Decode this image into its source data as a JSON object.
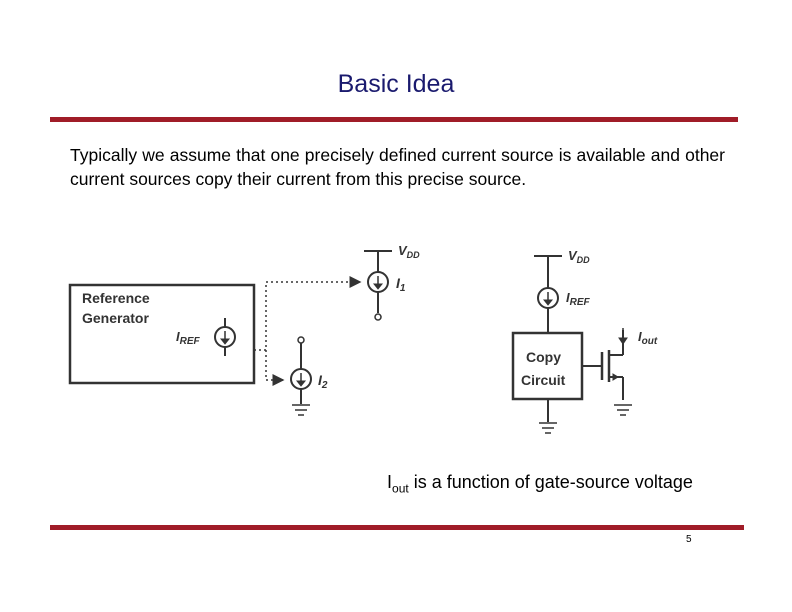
{
  "slide": {
    "title": "Basic  Idea",
    "paragraph": "Typically we assume that one precisely defined current source is available and other current sources copy their current from this precise source.",
    "page_number": "5"
  },
  "left_diagram": {
    "reference_label_line1": "Reference",
    "reference_label_line2": "Generator",
    "iref_label": "I",
    "iref_sub": "REF",
    "vdd_label": "V",
    "vdd_sub": "DD",
    "i1_label": "I",
    "i1_sub": "1",
    "i2_label": "I",
    "i2_sub": "2"
  },
  "right_diagram": {
    "vdd_label": "V",
    "vdd_sub": "DD",
    "iref_label": "I",
    "iref_sub": "REF",
    "iout_label": "I",
    "iout_sub": "out",
    "copy_label_line1": "Copy",
    "copy_label_line2": "Circuit"
  },
  "caption": {
    "main": "I",
    "sub": "out",
    "rest": " is a function of gate-source voltage"
  },
  "colors": {
    "title": "#1a1a6e",
    "rule": "#a01c28",
    "diagram_stroke": "#333333"
  }
}
